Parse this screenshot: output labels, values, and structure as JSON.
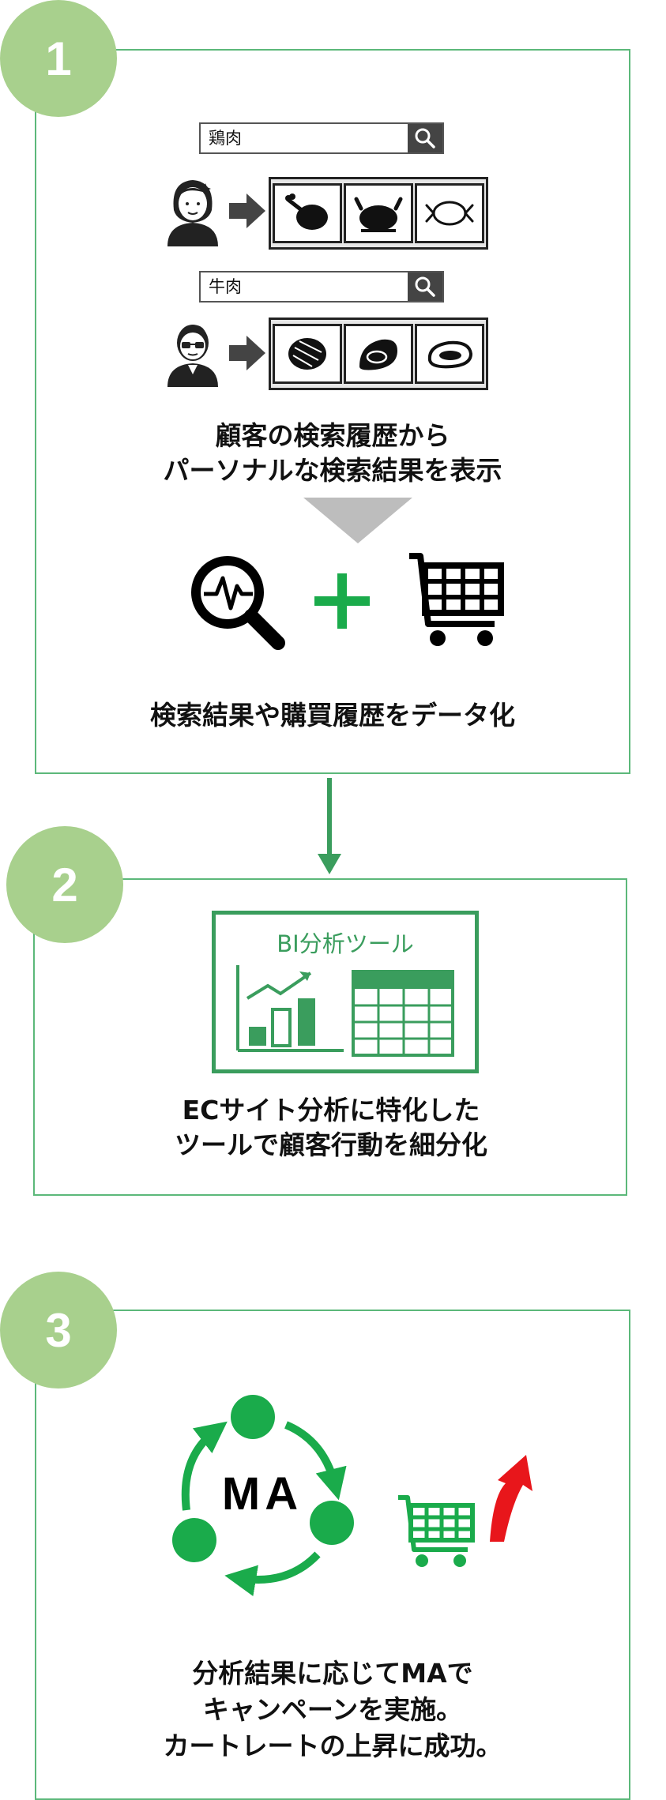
{
  "step1": {
    "badge": "1",
    "search_chicken": "鶏肉",
    "search_beef": "牛肉",
    "headline_line1": "顧客の検索履歴から",
    "headline_line2": "パーソナルな検索結果を表示",
    "caption": "検索結果や購買履歴をデータ化",
    "icons": [
      "magnifier-pulse-icon",
      "plus-icon",
      "shopping-cart-icon"
    ]
  },
  "step2": {
    "badge": "2",
    "tool_label": "BI分析ツール",
    "headline_line1": "ECサイト分析に特化した",
    "headline_line2": "ツールで顧客行動を細分化"
  },
  "step3": {
    "badge": "3",
    "cycle_label": "MA",
    "headline_line1": "分析結果に応じてMAで",
    "headline_line2": "キャンペーンを実施。",
    "headline_line3": "カートレートの上昇に成功。"
  },
  "colors": {
    "panel_border": "#5cb87a",
    "badge": "#a8d08d",
    "bi_green": "#3a9d5d",
    "ma_green": "#1aab4b",
    "up_arrow": "#e8161b",
    "step_arrow": "#3a9d5d"
  }
}
